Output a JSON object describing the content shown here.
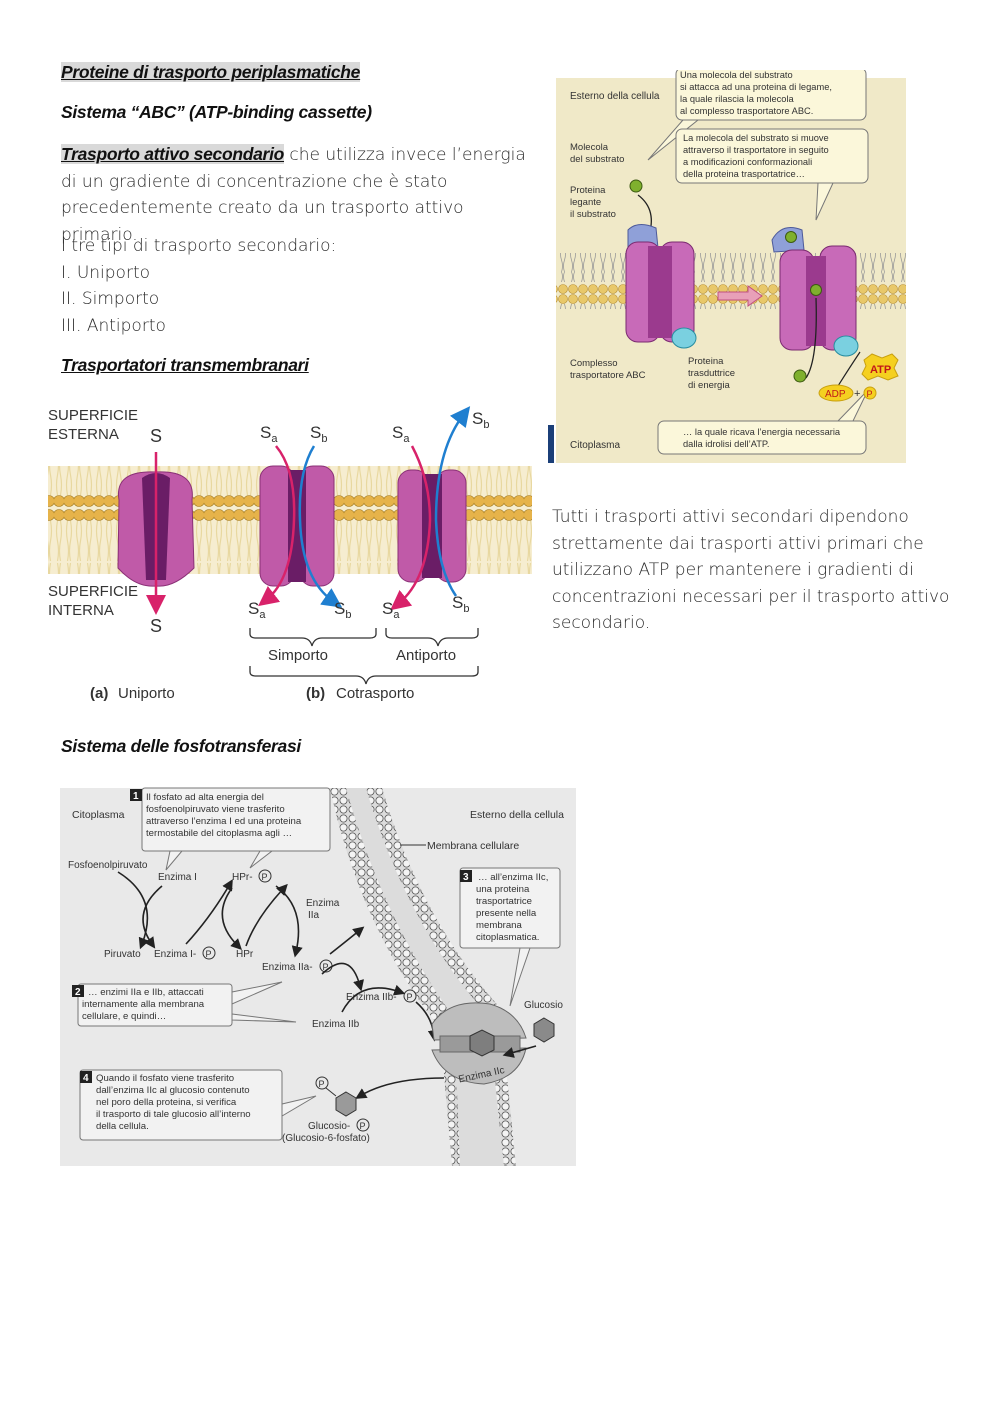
{
  "headings": {
    "periplasmic": "Proteine di trasporto periplasmatiche",
    "abc": "Sistema “ABC” (ATP-binding cassette)",
    "secondary": "Trasporto attivo secondario",
    "transmembrane": "Trasportatori transmembranari",
    "pts": "Sistema delle fosfotransferasi"
  },
  "paragraphs": {
    "secondary_rest": " che utilizza invece l’energia di un gradiente di concentrazione che è stato precedentemente creato da un trasporto attivo primario.",
    "types_intro": "I tre tipi di trasporto secondario:",
    "types": [
      "I. Uniporto",
      "II. Simporto",
      "III. Antiporto"
    ],
    "dependency": "Tutti i trasporti attivi secondari dipendono strettamente dai trasporti attivi primari che utilizzano ATP per mantenere i gradienti di concentrazioni necessari per il trasporto attivo secondario."
  },
  "abc_figure": {
    "outside": "Esterno della cellula",
    "cytoplasm": "Citoplasma",
    "callout1": [
      "Una molecola del substrato",
      "si attacca ad una proteina di legame,",
      "la quale rilascia la molecola",
      "al complesso trasportatore ABC."
    ],
    "callout2": [
      "La molecola del substrato si muove",
      "attraverso il trasportatore in seguito",
      "a modificazioni conformazionali",
      "della proteina trasportatrice…"
    ],
    "callout3": [
      "… la quale ricava l’energia necessaria",
      "dalla idrolisi dell’ATP."
    ],
    "substrate_label": [
      "Molecola",
      "del substrato"
    ],
    "binding_label": [
      "Proteina",
      "legante",
      "il substrato"
    ],
    "complex_label": [
      "Complesso",
      "trasportatore ABC"
    ],
    "transducer_label": [
      "Proteina",
      "trasduttrice",
      "di energia"
    ],
    "atp": "ATP",
    "adp": "ADP",
    "plus": "+",
    "p": "P"
  },
  "transport_figure": {
    "outer_surface": [
      "SUPERFICIE",
      "ESTERNA"
    ],
    "inner_surface": [
      "SUPERFICIE",
      "INTERNA"
    ],
    "s": "S",
    "sa": "S",
    "sa_sub": "a",
    "sb": "S",
    "sb_sub": "b",
    "symport": "Simporto",
    "antiport": "Antiporto",
    "a_tag": "(a)",
    "uniport": "Uniporto",
    "b_tag": "(b)",
    "cotransport": "Cotrasporto"
  },
  "pts_figure": {
    "cytoplasm": "Citoplasma",
    "outside": "Esterno della cellula",
    "membrane": "Membrana cellulare",
    "step1_num": "1",
    "step1": [
      "Il fosfato ad alta energia del",
      "fosfoenolpiruvato viene trasferito",
      "attraverso l’enzima I ed una proteina",
      "termostabile del citoplasma agli …"
    ],
    "step2_num": "2",
    "step2": [
      "… enzimi IIa e IIb, attaccati",
      "internamente alla membrana",
      "cellulare, e quindi…"
    ],
    "step3_num": "3",
    "step3": [
      "… all’enzima IIc,",
      "una proteina",
      "trasportatrice",
      "presente nella",
      "membrana",
      "citoplasmatica."
    ],
    "step4_num": "4",
    "step4": [
      "Quando il fosfato viene trasferito",
      "dall’enzima IIc al glucosio contenuto",
      "nel poro della proteina, si verifica",
      "il trasporto di tale glucosio all’interno",
      "della cellula."
    ],
    "pep": "Fosfoenolpiruvato",
    "enzyme1": "Enzima I",
    "hpr_p": "HPr-",
    "pyruvate": "Piruvato",
    "enzyme1_p": "Enzima I-",
    "hpr": "HPr",
    "enzyme2a": [
      "Enzima",
      "IIa"
    ],
    "enzyme2a_p": "Enzima IIa-",
    "enzyme2b_p": "Enzima IIb-",
    "enzyme2b": "Enzima IIb",
    "enzyme2c": "Enzima IIc",
    "glucose": "Glucosio",
    "glucose_p": "Glucosio-",
    "g6p": "(Glucosio-6-fosfato)",
    "p": "P"
  },
  "colors": {
    "membrane_head": "#e0b04a",
    "protein_pink": "#c05aa8",
    "protein_dark": "#6a1d66",
    "arrow_red": "#d8226a",
    "arrow_blue": "#1f7fd0",
    "abc_bg": "#f0e9c8",
    "callout_bg": "#fbf7da",
    "pts_bg": "#e9e9e9"
  }
}
